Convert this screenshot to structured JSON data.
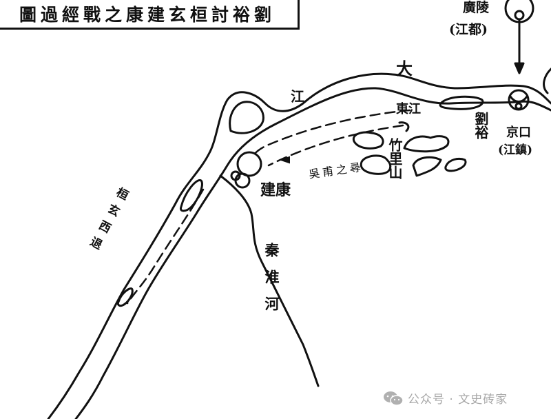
{
  "title": "劉裕討桓玄建康之戰經過圖",
  "title_display": "圖過經戰之康建玄桓討裕劉",
  "labels": {
    "great_river_1": "大",
    "great_river_2": "江",
    "guangling": "廣陵",
    "guangling_modern": "(江都)",
    "jingkou": "京口",
    "jingkou_modern": "(江鎮)",
    "liu_yu": "劉裕",
    "fuzhou_jiang": "東江",
    "fuzhou_dot": "⊃",
    "fuzhou_mark": "ς",
    "zhuli_shan": "竹里山",
    "jiankang": "建康",
    "wu_dong_route": "吳甫之尋",
    "huan_xuan_retreat": "桓玄西退",
    "qinhuai_river": "秦淮河"
  },
  "watermark": {
    "text": "公众号 · 文史砖家",
    "icon": "wechat-icon"
  },
  "colors": {
    "ink": "#111111",
    "background": "#ffffff",
    "watermark": "#a8a8a8"
  }
}
